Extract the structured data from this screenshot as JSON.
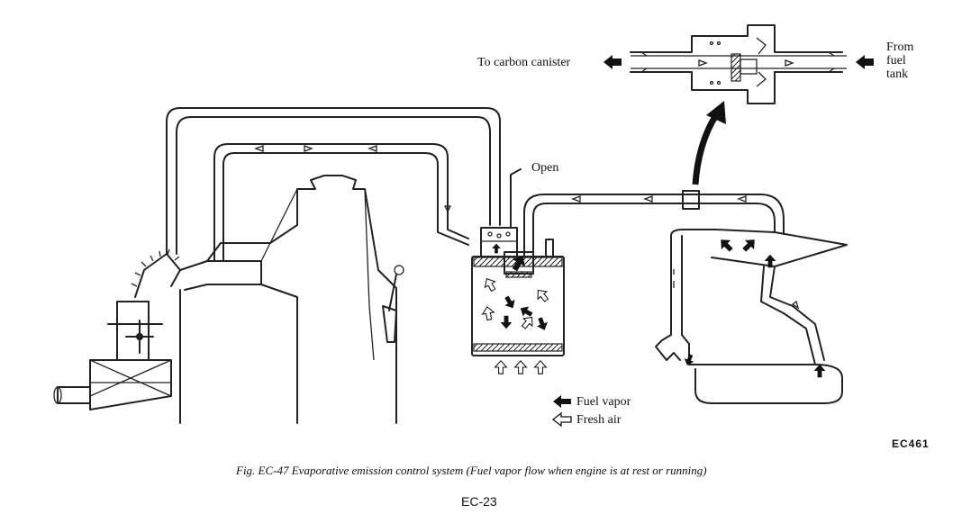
{
  "labels": {
    "to_canister": "To carbon canister",
    "from_tank_1": "From",
    "from_tank_2": "fuel",
    "from_tank_3": "tank",
    "open": "Open",
    "legend_vapor": "Fuel vapor",
    "legend_air": "Fresh air"
  },
  "figure_code": "EC461",
  "caption": "Fig. EC-47  Evaporative emission control system (Fuel vapor flow when engine is at rest or running)",
  "page_number": "EC-23",
  "icons": {
    "vapor_arrow": "solid-arrow-icon",
    "air_arrow": "hollow-arrow-icon"
  }
}
